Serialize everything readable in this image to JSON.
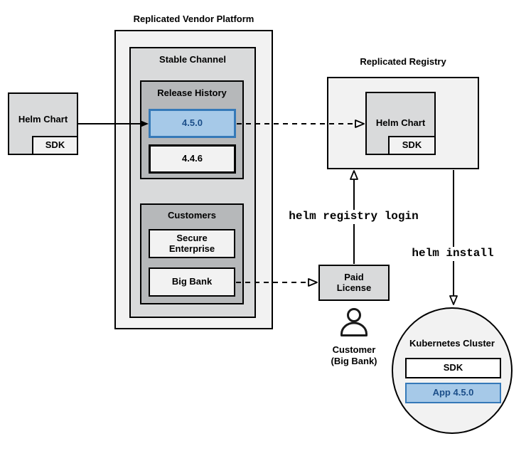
{
  "colors": {
    "highlight_fill": "#a6c9e8",
    "highlight_border": "#3579b8",
    "highlight_text": "#1b4e89",
    "box_light_gray": "#f2f2f2",
    "box_mid_gray": "#d9dadb",
    "box_dark_gray": "#b6b8ba"
  },
  "vendor_platform": {
    "title": "Replicated Vendor Platform",
    "stable_channel": {
      "title": "Stable Channel",
      "release_history": {
        "title": "Release History",
        "releases": [
          {
            "version": "4.5.0",
            "highlighted": true
          },
          {
            "version": "4.4.6",
            "highlighted": false
          }
        ]
      },
      "customers": {
        "title": "Customers",
        "items": [
          {
            "name": "Secure\nEnterprise"
          },
          {
            "name": "Big Bank"
          }
        ]
      }
    }
  },
  "helm_chart_source": {
    "label": "Helm Chart",
    "sdk_label": "SDK"
  },
  "registry": {
    "title": "Replicated Registry",
    "helm_chart": {
      "label": "Helm Chart",
      "sdk_label": "SDK"
    }
  },
  "paid_license": {
    "label": "Paid\nLicense"
  },
  "customer": {
    "label": "Customer\n(Big Bank)"
  },
  "commands": {
    "registry_login": "helm registry login",
    "install": "helm install"
  },
  "kubernetes_cluster": {
    "title": "Kubernetes Cluster",
    "sdk_label": "SDK",
    "app_label": "App 4.5.0"
  }
}
